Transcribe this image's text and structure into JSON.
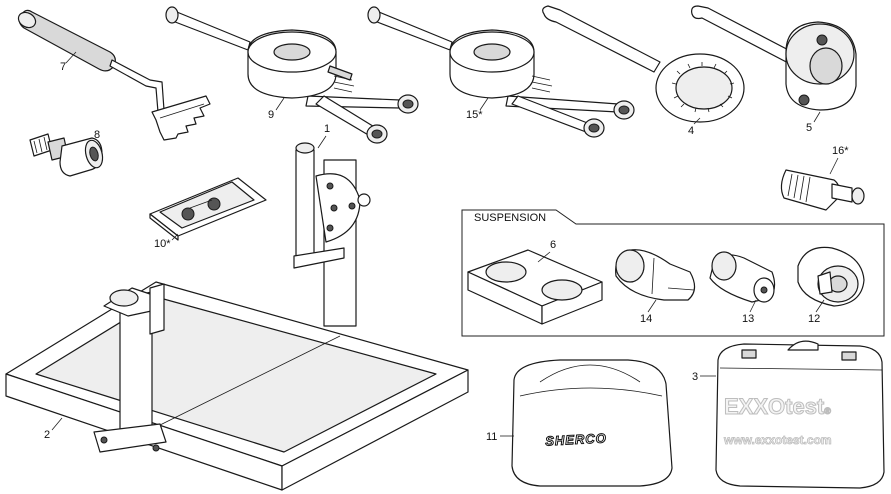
{
  "callouts": {
    "c1": "1",
    "c2": "2",
    "c3": "3",
    "c4": "4",
    "c5": "5",
    "c6": "6",
    "c7": "7",
    "c8": "8",
    "c9": "9",
    "c10": "10*",
    "c11": "11",
    "c12": "12",
    "c13": "13",
    "c14": "14",
    "c15": "15*",
    "c16": "16*"
  },
  "suspension_box": {
    "title": "SUSPENSION"
  },
  "bag": {
    "brand": "SHERCO"
  },
  "case": {
    "brand": "EXXOtest",
    "registered": "®",
    "url": "www.exxotest.com"
  }
}
